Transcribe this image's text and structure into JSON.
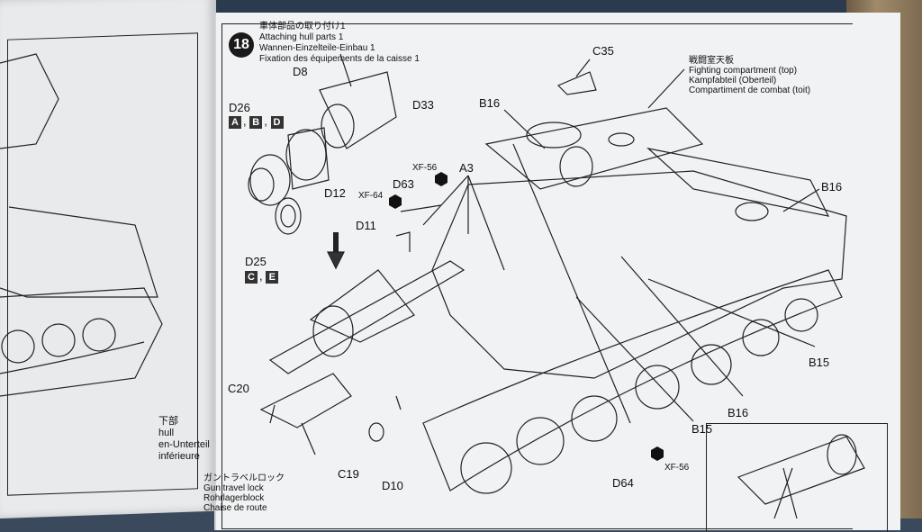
{
  "step": {
    "number": "18",
    "title_jp": "車体部品の取り付け1",
    "title_en": "Attaching hull parts 1",
    "title_de": "Wannen-Einzelteile-Einbau 1",
    "title_fr": "Fixation des équipements de la caisse 1"
  },
  "fighting_compartment": {
    "jp": "戦闘室天板",
    "en": "Fighting compartment (top)",
    "de": "Kampfabteil (Oberteil)",
    "fr": "Compartiment de combat (toit)"
  },
  "gun_travel_lock": {
    "jp": "ガントラベルロック",
    "en": "Gun travel lock",
    "de": "Rohrlagerblock",
    "fr": "Chaise de route"
  },
  "left_page_text": {
    "line1": "下部",
    "line2": "hull",
    "line3": "en-Unterteil",
    "line4": "inférieure"
  },
  "part_labels": {
    "d8": "D8",
    "d33": "D33",
    "d26": "D26",
    "d12": "D12",
    "d25": "D25",
    "c35": "C35",
    "b16_a": "B16",
    "b16_b": "B16",
    "b16_c": "B16",
    "a3": "A3",
    "xf56_a": "XF-56",
    "xf64": "XF-64",
    "d63": "D63",
    "d11": "D11",
    "c20": "C20",
    "c19": "C19",
    "d10": "D10",
    "d64": "D64",
    "xf56_b": "XF-56",
    "b15_a": "B15",
    "b15_b": "B15"
  },
  "variant_letters": {
    "d26": [
      "A",
      "B",
      "D"
    ],
    "d25": [
      "C",
      "E"
    ],
    "separator": ","
  }
}
